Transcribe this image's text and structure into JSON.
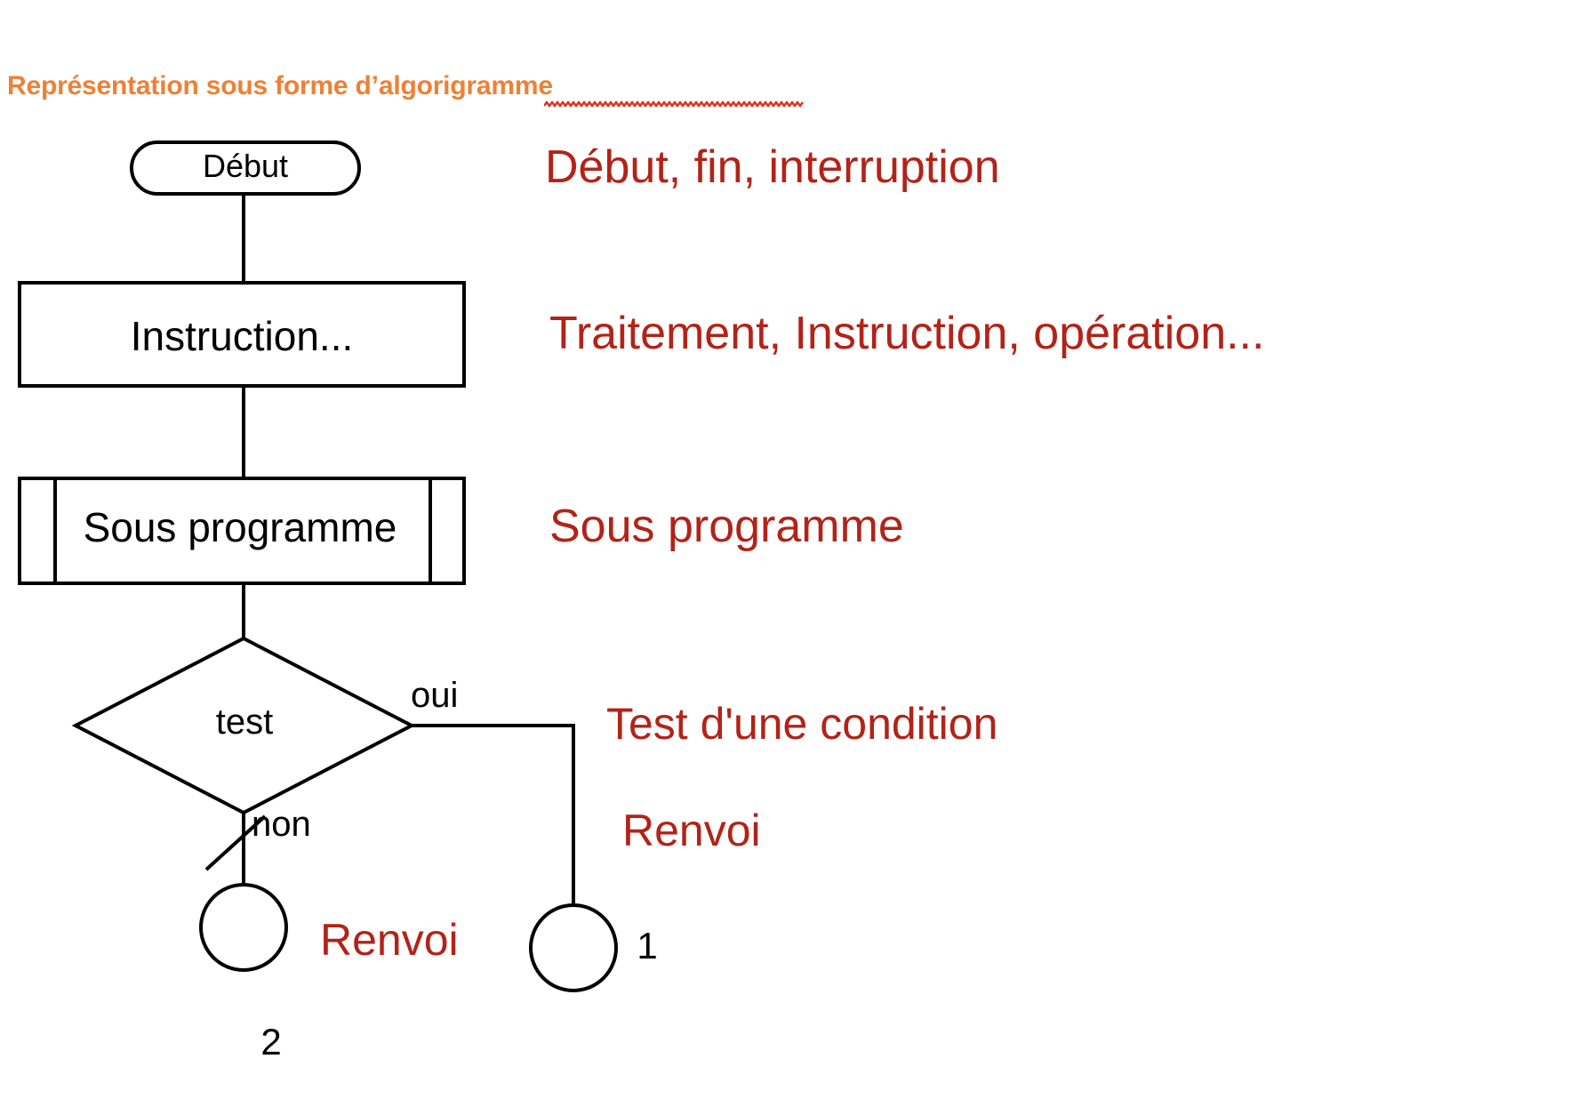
{
  "page": {
    "title": "Représentation sous forme d’algorigramme",
    "title_plain_part": "Représentation sous forme d’",
    "title_underlined_part": "algorigramme",
    "background_color": "#ffffff"
  },
  "colors": {
    "heading_orange": "#ED8135",
    "annotation_red": "#B22318",
    "shape_stroke": "#000000",
    "spellcheck_underline": "#E03020"
  },
  "flowchart": {
    "type": "flowchart",
    "orientation": "top-to-bottom",
    "nodes": [
      {
        "id": "start",
        "shape": "rounded-terminator",
        "label": "Début"
      },
      {
        "id": "process",
        "shape": "rectangle",
        "label": "Instruction..."
      },
      {
        "id": "subprogram",
        "shape": "predefined-process",
        "label": "Sous programme"
      },
      {
        "id": "decision",
        "shape": "diamond",
        "label": "test"
      },
      {
        "id": "connector1",
        "shape": "circle-connector",
        "label": "1"
      },
      {
        "id": "connector2",
        "shape": "circle-connector",
        "label": "2"
      }
    ],
    "edges": [
      {
        "from": "start",
        "to": "process",
        "label": ""
      },
      {
        "from": "process",
        "to": "subprogram",
        "label": ""
      },
      {
        "from": "subprogram",
        "to": "decision",
        "label": ""
      },
      {
        "from": "decision",
        "to": "connector1",
        "label": "oui"
      },
      {
        "from": "decision",
        "to": "connector2",
        "label": "non"
      }
    ],
    "edge_labels": {
      "yes": "oui",
      "no": "non"
    }
  },
  "legend": {
    "items": [
      {
        "for": "start",
        "text": "Début, fin, interruption"
      },
      {
        "for": "process",
        "text": "Traitement, Instruction, opération..."
      },
      {
        "for": "subprogram",
        "text": "Sous programme"
      },
      {
        "for": "decision",
        "text": "Test d'une condition"
      },
      {
        "for": "connector1",
        "text": "Renvoi"
      },
      {
        "for": "connector2",
        "text": "Renvoi"
      }
    ]
  }
}
